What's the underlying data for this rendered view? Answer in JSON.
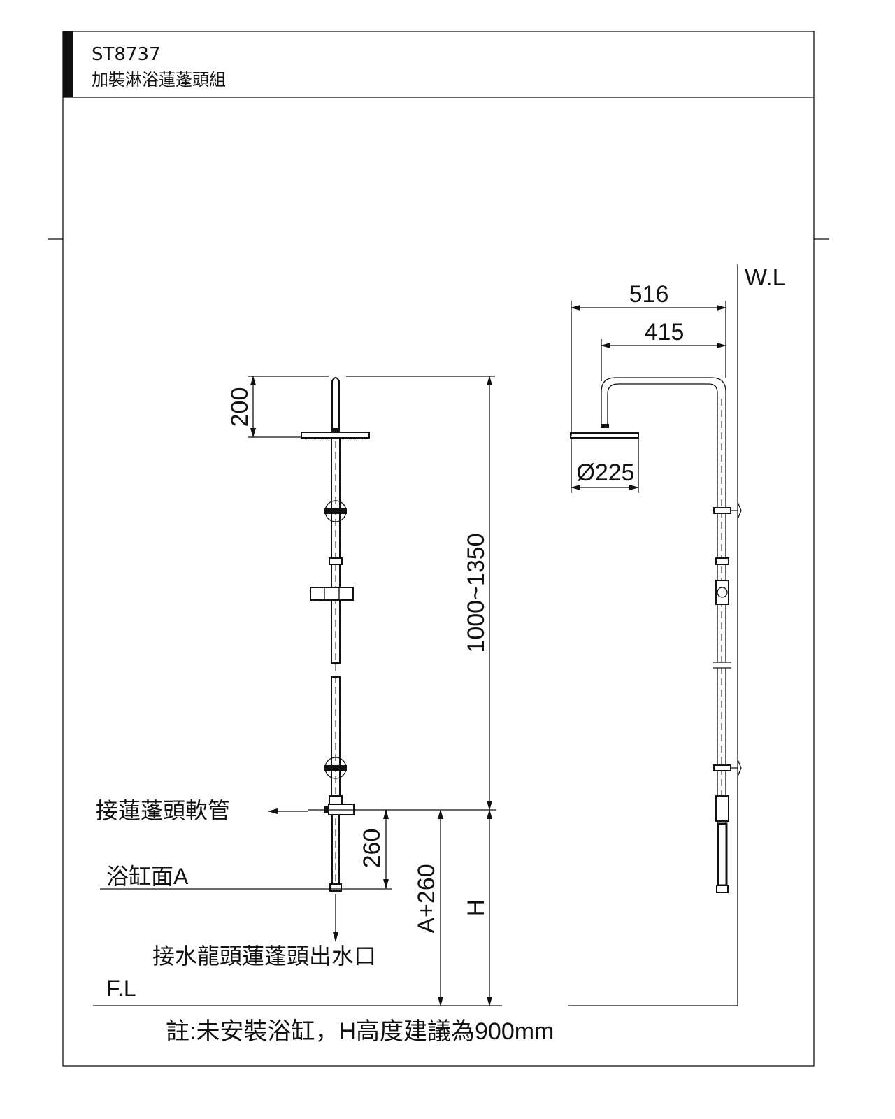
{
  "header": {
    "model": "ST8737",
    "product_name": "加裝淋浴蓮蓬頭組"
  },
  "dimensions": {
    "arm_drop": "200",
    "height_range": "1000~1350",
    "outlet_above_tub": "260",
    "outlet_height_tub": "A+260",
    "outlet_height": "H",
    "reach_total": "516",
    "reach_arm": "415",
    "head_diameter": "Ø225"
  },
  "labels": {
    "hose_connection": "接蓮蓬頭軟管",
    "tub_surface": "浴缸面A",
    "faucet_outlet": "接水龍頭蓮蓬頭出水口",
    "floor_level": "F.L",
    "wall_line": "W.L"
  },
  "note": "註:未安裝浴缸，H高度建議為900mm"
}
